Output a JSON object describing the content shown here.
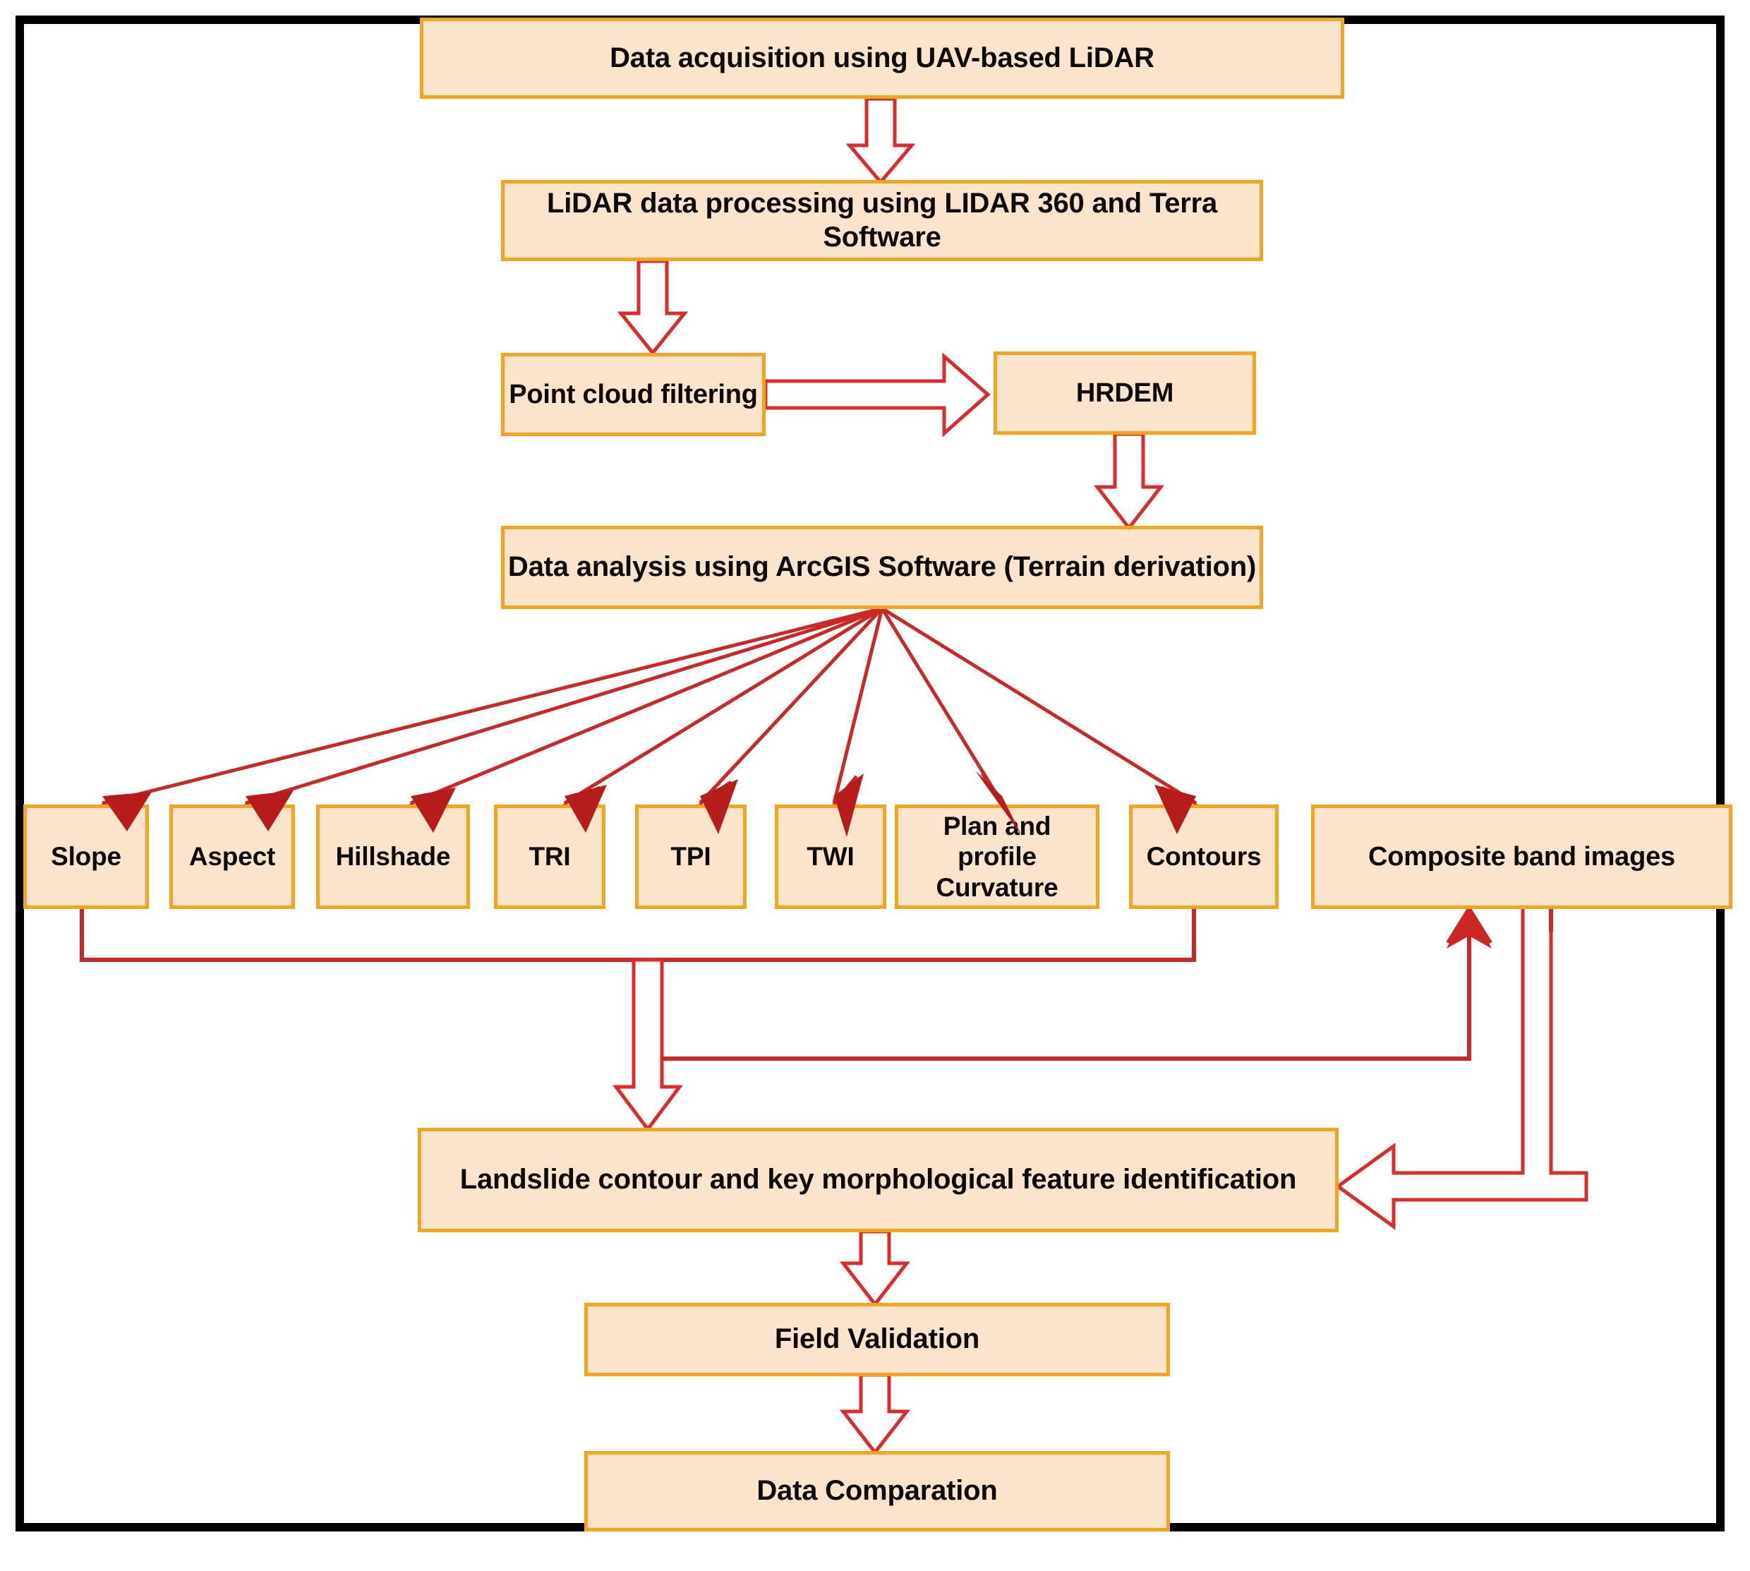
{
  "diagram": {
    "title": "Methodology flowchart for UAV-based LiDAR landslide mapping",
    "colors": {
      "node_fill": "#fce3cb",
      "node_border": "#f2a51e",
      "connector": "#cc2727",
      "frame": "#000000",
      "text": "#0b0b0b"
    },
    "nodes": {
      "data_acquisition": "Data acquisition using UAV-based LiDAR",
      "lidar_processing": "LiDAR data processing using LIDAR 360 and Terra Software",
      "point_cloud_filtering": "Point cloud filtering",
      "hrdem": "HRDEM",
      "data_analysis": "Data analysis using ArcGIS Software (Terrain derivation)",
      "landslide_identification": "Landslide contour and key morphological feature identification",
      "field_validation": "Field Validation",
      "data_comparation": "Data Comparation",
      "composite_band_images": "Composite band images"
    },
    "derivatives": [
      {
        "id": "slope",
        "label": "Slope"
      },
      {
        "id": "aspect",
        "label": "Aspect"
      },
      {
        "id": "hillshade",
        "label": "Hillshade"
      },
      {
        "id": "tri",
        "label": "TRI"
      },
      {
        "id": "tpi",
        "label": "TPI"
      },
      {
        "id": "twi",
        "label": "TWI"
      },
      {
        "id": "curvature",
        "label": "Plan and profile Curvature"
      },
      {
        "id": "contours",
        "label": "Contours"
      }
    ],
    "flow": [
      {
        "from": "data_acquisition",
        "to": "lidar_processing",
        "style": "block-arrow-down"
      },
      {
        "from": "lidar_processing",
        "to": "point_cloud_filtering",
        "style": "block-arrow-down"
      },
      {
        "from": "point_cloud_filtering",
        "to": "hrdem",
        "style": "block-arrow-right"
      },
      {
        "from": "hrdem",
        "to": "data_analysis",
        "style": "block-arrow-down"
      },
      {
        "from": "data_analysis",
        "to": "slope",
        "style": "line-arrow"
      },
      {
        "from": "data_analysis",
        "to": "aspect",
        "style": "line-arrow"
      },
      {
        "from": "data_analysis",
        "to": "hillshade",
        "style": "line-arrow"
      },
      {
        "from": "data_analysis",
        "to": "tri",
        "style": "line-arrow"
      },
      {
        "from": "data_analysis",
        "to": "tpi",
        "style": "line-arrow"
      },
      {
        "from": "data_analysis",
        "to": "twi",
        "style": "line-arrow"
      },
      {
        "from": "data_analysis",
        "to": "curvature",
        "style": "line-arrow"
      },
      {
        "from": "data_analysis",
        "to": "contours",
        "style": "line-arrow"
      },
      {
        "from": "slope",
        "to": "landslide_identification",
        "style": "block-arrow-down"
      },
      {
        "from": "contours",
        "to": "landslide_identification",
        "style": "block-arrow-down"
      },
      {
        "from": "landslide_identification",
        "to": "composite_band_images",
        "style": "line-arrow-up"
      },
      {
        "from": "composite_band_images",
        "to": "landslide_identification",
        "style": "block-arrow-left"
      },
      {
        "from": "landslide_identification",
        "to": "field_validation",
        "style": "block-arrow-down"
      },
      {
        "from": "field_validation",
        "to": "data_comparation",
        "style": "block-arrow-down"
      }
    ]
  }
}
